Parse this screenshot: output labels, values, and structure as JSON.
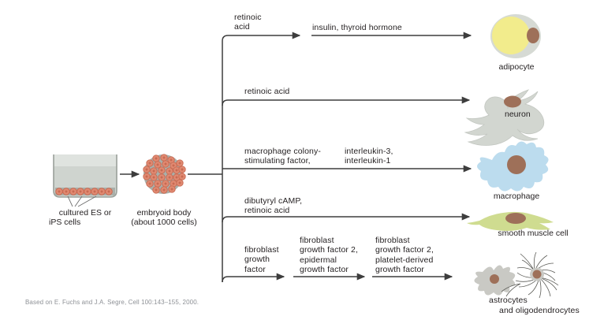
{
  "figure": {
    "credit": "Based on E. Fuchs and J.A. Segre, Cell 100:143–155, 2000.",
    "credit_journal": "Cell"
  },
  "source": {
    "dish_label_line1": "cultured ES or",
    "dish_label_line2": "iPS cells",
    "body_label_line1": "embryoid body",
    "body_label_line2": "(about 1000 cells)"
  },
  "pathways": [
    {
      "id": "adipocyte",
      "steps": [
        {
          "line1": "retinoic",
          "line2": "acid"
        },
        {
          "line1": "insulin, thyroid hormone",
          "line2": ""
        }
      ],
      "result": "adipocyte"
    },
    {
      "id": "neuron",
      "steps": [
        {
          "line1": "retinoic acid",
          "line2": ""
        }
      ],
      "result": "neuron"
    },
    {
      "id": "macrophage",
      "steps": [
        {
          "line1": "macrophage colony-",
          "line2": "stimulating factor,"
        },
        {
          "line1": "interleukin-3,",
          "line2": "interleukin-1"
        }
      ],
      "result": "macrophage"
    },
    {
      "id": "smooth-muscle",
      "steps": [
        {
          "line1": "dibutyryl cAMP,",
          "line2": "retinoic acid"
        }
      ],
      "result": "smooth muscle cell"
    },
    {
      "id": "glia",
      "steps": [
        {
          "line1": "fibroblast",
          "line2": "growth",
          "line3": "factor"
        },
        {
          "line1": "fibroblast",
          "line2": "growth factor 2,",
          "line3": "epidermal",
          "line4": "growth factor"
        },
        {
          "line1": "fibroblast",
          "line2": "growth factor 2,",
          "line3": "platelet-derived",
          "line4": "growth factor"
        }
      ],
      "result_line1": "astrocytes",
      "result_line2": "and oligodendrocytes"
    }
  ],
  "colors": {
    "line": "#3d3d3d",
    "cell_pink": "#e08a72",
    "cell_pink_dark": "#c96a52",
    "dish_gray": "#a9afa9",
    "medium_gray": "#cfd4cf",
    "nucleus_brown": "#9e7059",
    "lipid_yellow": "#f2ec8c",
    "macrophage_blue": "#bcdcee",
    "muscle_green": "#cfdc90",
    "glia_gray": "#c9c9c4",
    "text": "#231f20",
    "credit_gray": "#8e9196"
  }
}
